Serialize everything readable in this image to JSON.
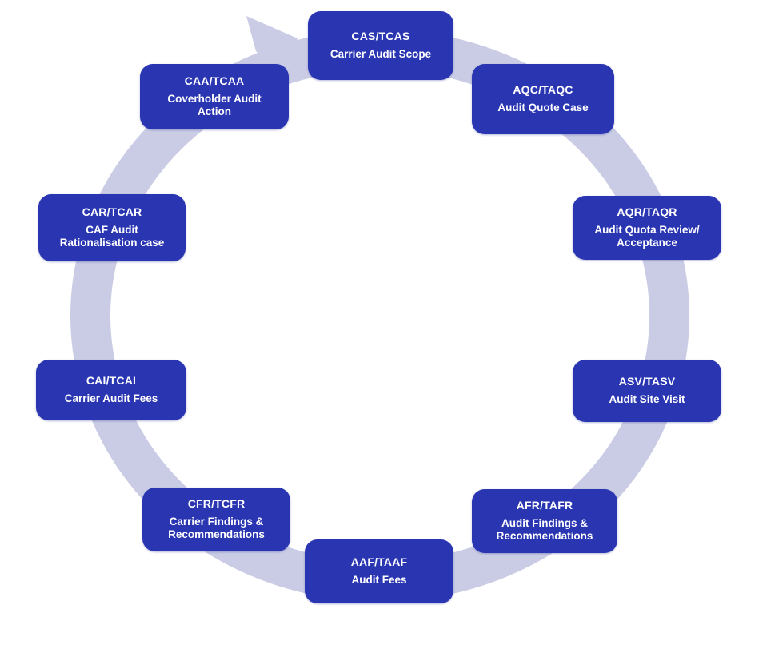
{
  "cycle": {
    "type": "process-cycle-diagram",
    "direction": "clockwise",
    "colors": {
      "ring": "#c9cce4",
      "node_fill": "#2a35b2",
      "node_text": "#ffffff",
      "background": "#ffffff"
    },
    "steps": [
      {
        "code": "CAS/TCAS",
        "label": "Carrier Audit Scope"
      },
      {
        "code": "AQC/TAQC",
        "label": "Audit Quote Case"
      },
      {
        "code": "AQR/TAQR",
        "label": "Audit Quota Review/\nAcceptance"
      },
      {
        "code": "ASV/TASV",
        "label": "Audit Site Visit"
      },
      {
        "code": "AFR/TAFR",
        "label": "Audit Findings &\nRecommendations"
      },
      {
        "code": "AAF/TAAF",
        "label": "Audit Fees"
      },
      {
        "code": "CFR/TCFR",
        "label": "Carrier Findings &\nRecommendations"
      },
      {
        "code": "CAI/TCAI",
        "label": "Carrier Audit Fees"
      },
      {
        "code": "CAR/TCAR",
        "label": "CAF Audit\nRationalisation case"
      },
      {
        "code": "CAA/TCAA",
        "label": "Coverholder Audit\nAction"
      }
    ]
  }
}
